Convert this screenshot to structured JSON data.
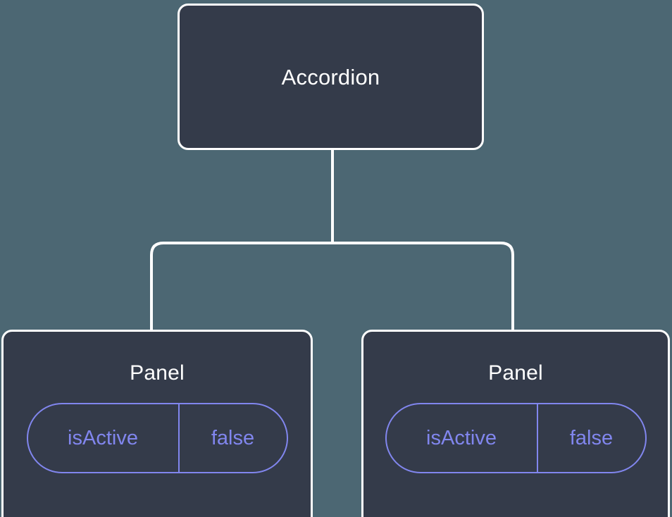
{
  "theme": {
    "background": "#4c6773",
    "node_fill": "#343b4a",
    "node_border": "#ffffff",
    "node_text": "#ffffff",
    "edge_color": "#ffffff",
    "prop_accent": "#8186ee"
  },
  "diagram": {
    "type": "component-tree",
    "root": {
      "id": "accordion",
      "label": "Accordion",
      "props": []
    },
    "children": [
      {
        "id": "panel-left",
        "label": "Panel",
        "props": [
          {
            "key": "isActive",
            "value": "false"
          }
        ]
      },
      {
        "id": "panel-right",
        "label": "Panel",
        "props": [
          {
            "key": "isActive",
            "value": "false"
          }
        ]
      }
    ],
    "edges": [
      {
        "from": "accordion",
        "to": "panel-left"
      },
      {
        "from": "accordion",
        "to": "panel-right"
      }
    ]
  }
}
